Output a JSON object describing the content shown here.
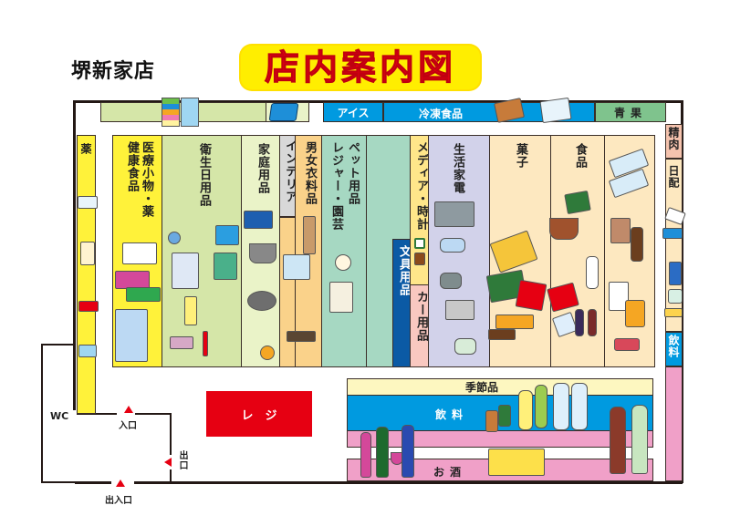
{
  "header": {
    "store_name": "堺新家店",
    "title": "店内案内図"
  },
  "top_row": {
    "left_green_shelf": "",
    "freezer_icon": "freezer",
    "ice": "アイス",
    "frozen_food": "冷凍食品",
    "produce": "青果"
  },
  "right_wall": {
    "meat": "精肉",
    "daily": "日配",
    "beverages": "飲料"
  },
  "left_wall": {
    "medicine": "薬",
    "wc": "WC"
  },
  "columns": [
    {
      "label": "医療小物・薬",
      "label2": "健康食品",
      "color": "#fff23a"
    },
    {
      "label": "衛生日用品",
      "color": "#d5e6a8"
    },
    {
      "label": "家庭用品",
      "color": "#eaf3c8"
    },
    {
      "label": "インテリア",
      "color": "#d8d8d8"
    },
    {
      "label": "男女衣料品",
      "color": "#fad28a"
    },
    {
      "label": "ペット用品",
      "label2": "レジャー・園芸",
      "color": "#a6d8c2"
    },
    {
      "label": "文具用品",
      "color": "#0b5aa5"
    },
    {
      "label": "メディア・時計",
      "color": "#ffe68a"
    },
    {
      "label": "カー用品",
      "color": "#f9c8c0"
    },
    {
      "label": "生活家電",
      "color": "#d2d2ea"
    },
    {
      "label": "菓子",
      "color": "#fde8c0"
    },
    {
      "label": "食品",
      "color": "#fde8c0"
    },
    {
      "label": "",
      "color": "#fde8c0"
    }
  ],
  "bottom_aisle": {
    "seasonal": "季節品",
    "beverages": "飲料",
    "alcohol": "お酒"
  },
  "checkout": "レ　ジ",
  "entrances": {
    "entrance": "入口",
    "exit": "出口",
    "entrance_exit": "出入口"
  },
  "colors": {
    "title_red": "#e60012",
    "title_yellow": "#ffee00",
    "register_red": "#e60012",
    "frozen_blue": "#009ae0",
    "produce_green": "#7fc38d",
    "meat_pink": "#f5c3ae",
    "daily_cream": "#fde8c0",
    "beverage_blue": "#009ae0",
    "pink": "#f0a0c8",
    "seasonal_yellow": "#fdf7c0",
    "medicine_yellow": "#fff23a"
  }
}
